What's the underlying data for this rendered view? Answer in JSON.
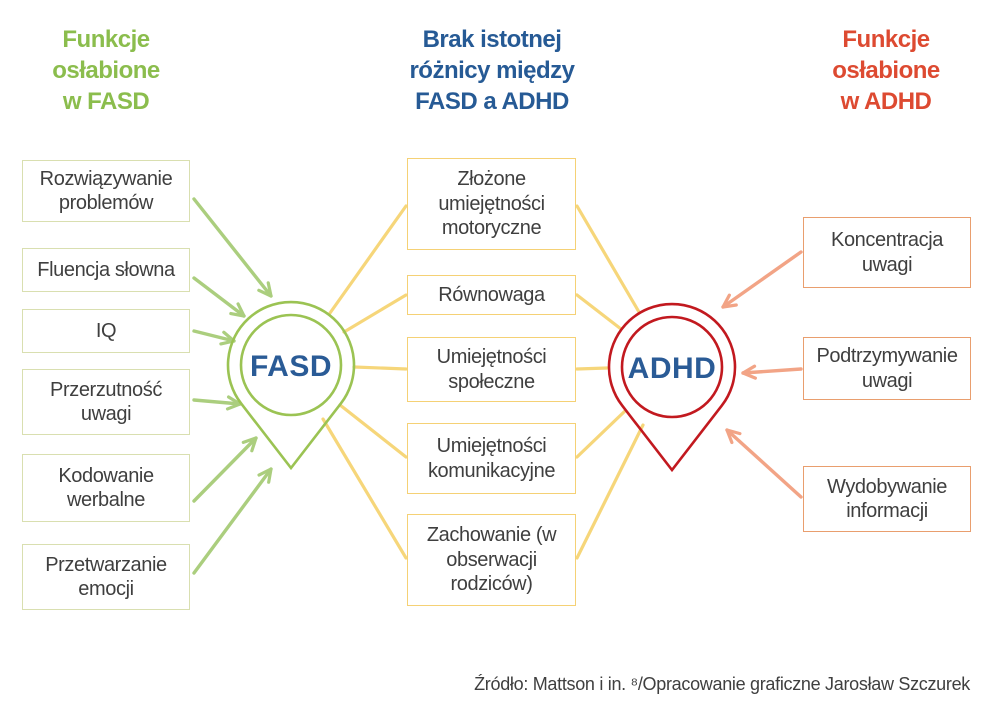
{
  "headings": {
    "left": "Funkcje\nosłabione\nw FASD",
    "center": "Brak istotnej\nróżnicy między\nFASD a ADHD",
    "right": "Funkcje\nosłabione\nw ADHD"
  },
  "pins": {
    "fasd": "FASD",
    "adhd": "ADHD"
  },
  "boxes": {
    "fasd": [
      "Rozwiązywanie problemów",
      "Fluencja słowna",
      "IQ",
      "Przerzutność uwagi",
      "Kodowanie werbalne",
      "Przetwarzanie emocji"
    ],
    "shared": [
      "Złożone umiejętności motoryczne",
      "Równowaga",
      "Umiejętności społeczne",
      "Umiejętności komunikacyjne",
      "Zachowanie (w obserwacji rodziców)"
    ],
    "adhd": [
      "Koncentracja uwagi",
      "Podtrzymywanie uwagi",
      "Wydobywanie informacji"
    ]
  },
  "footer": {
    "source": "Źródło: Mattson i in. ⁸/Opracowanie graficzne Jarosław Szczurek"
  },
  "colors": {
    "heading-green": "#8bbd4d",
    "heading-blue": "#265a95",
    "heading-red": "#dd4a31",
    "pin-green": "#9bc353",
    "pin-red": "#c2191f",
    "pin-label-blue": "#2a5b96",
    "arrow-green": "#abce7e",
    "line-yellow": "#f6d67a",
    "arrow-orange": "#f2a486",
    "border-left": "#d9dfb0",
    "border-center": "#f5d175",
    "border-right": "#e99e6e",
    "text-dark": "#3f3f3f",
    "bg": "#ffffff"
  }
}
